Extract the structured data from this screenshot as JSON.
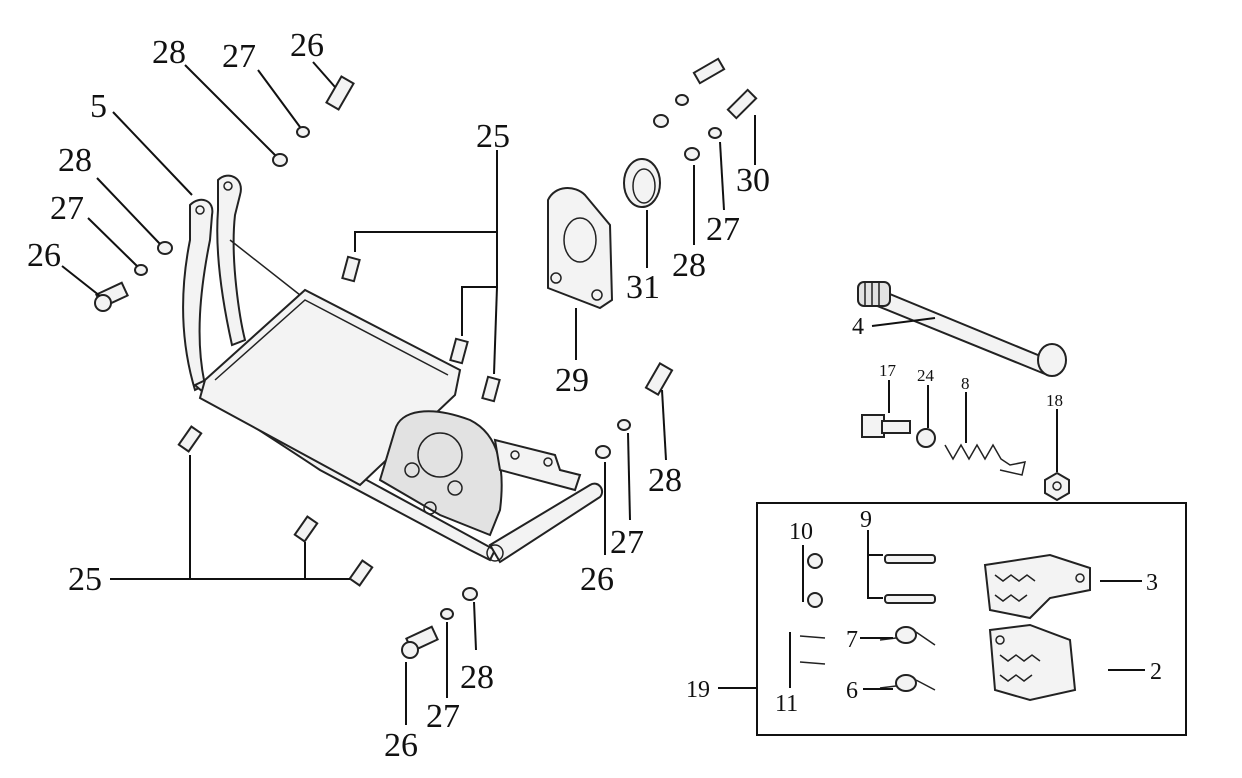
{
  "callouts": {
    "c26_top": "26",
    "c27_top": "27",
    "c28_top": "28",
    "c5": "5",
    "c28_left": "28",
    "c27_left": "27",
    "c26_left": "26",
    "c25_top": "25",
    "c25_bottom": "25",
    "c29": "29",
    "c31": "31",
    "c28_upper_right": "28",
    "c27_upper_right": "27",
    "c30": "30",
    "c28_mid": "28",
    "c27_mid": "27",
    "c26_mid": "26",
    "c26_bottom": "26",
    "c27_bottom": "27",
    "c28_bottom": "28",
    "c4": "4",
    "c17": "17",
    "c24": "24",
    "c8": "8",
    "c18": "18",
    "c10": "10",
    "c9": "9",
    "c3": "3",
    "c7": "7",
    "c11": "11",
    "c6": "6",
    "c2": "2",
    "c19": "19"
  },
  "icons": {
    "frame": "subframe-icon",
    "bracket": "bracket-plate-icon",
    "bolt": "bolt-icon",
    "washer": "washer-icon",
    "kickstand": "kickstand-icon",
    "spring": "spring-icon",
    "footpeg": "footpeg-icon"
  }
}
